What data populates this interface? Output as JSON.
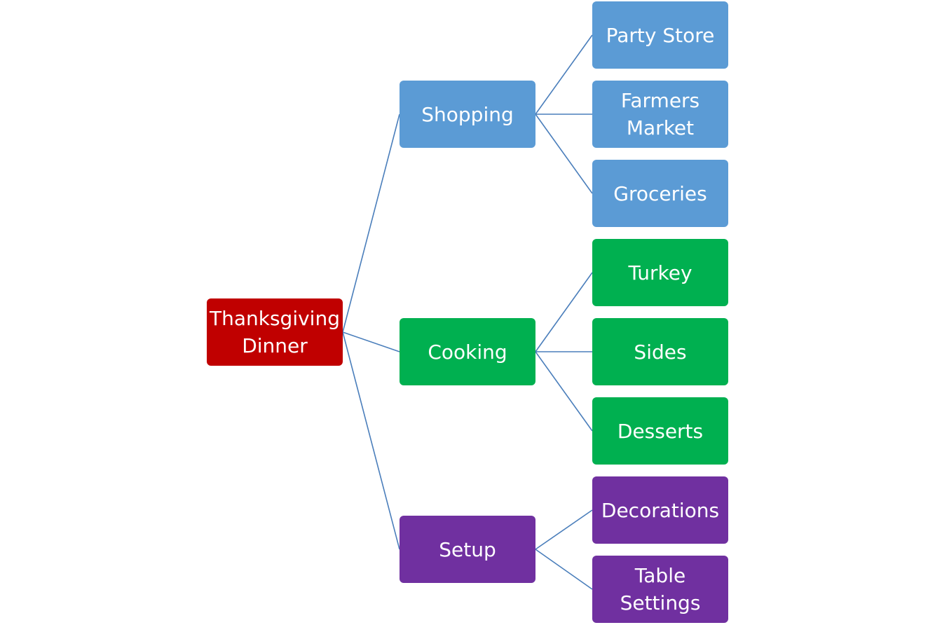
{
  "colors": {
    "root": "#c00000",
    "shopping": "#5b9bd5",
    "cooking": "#00b050",
    "setup": "#7030a0",
    "connector": "#4a7ebb"
  },
  "root": {
    "label": "Thanksgiving\nDinner"
  },
  "categories": [
    {
      "label": "Shopping",
      "children": [
        "Party Store",
        "Farmers\nMarket",
        "Groceries"
      ]
    },
    {
      "label": "Cooking",
      "children": [
        "Turkey",
        "Sides",
        "Desserts"
      ]
    },
    {
      "label": "Setup",
      "children": [
        "Decorations",
        "Table\nSettings"
      ]
    }
  ]
}
